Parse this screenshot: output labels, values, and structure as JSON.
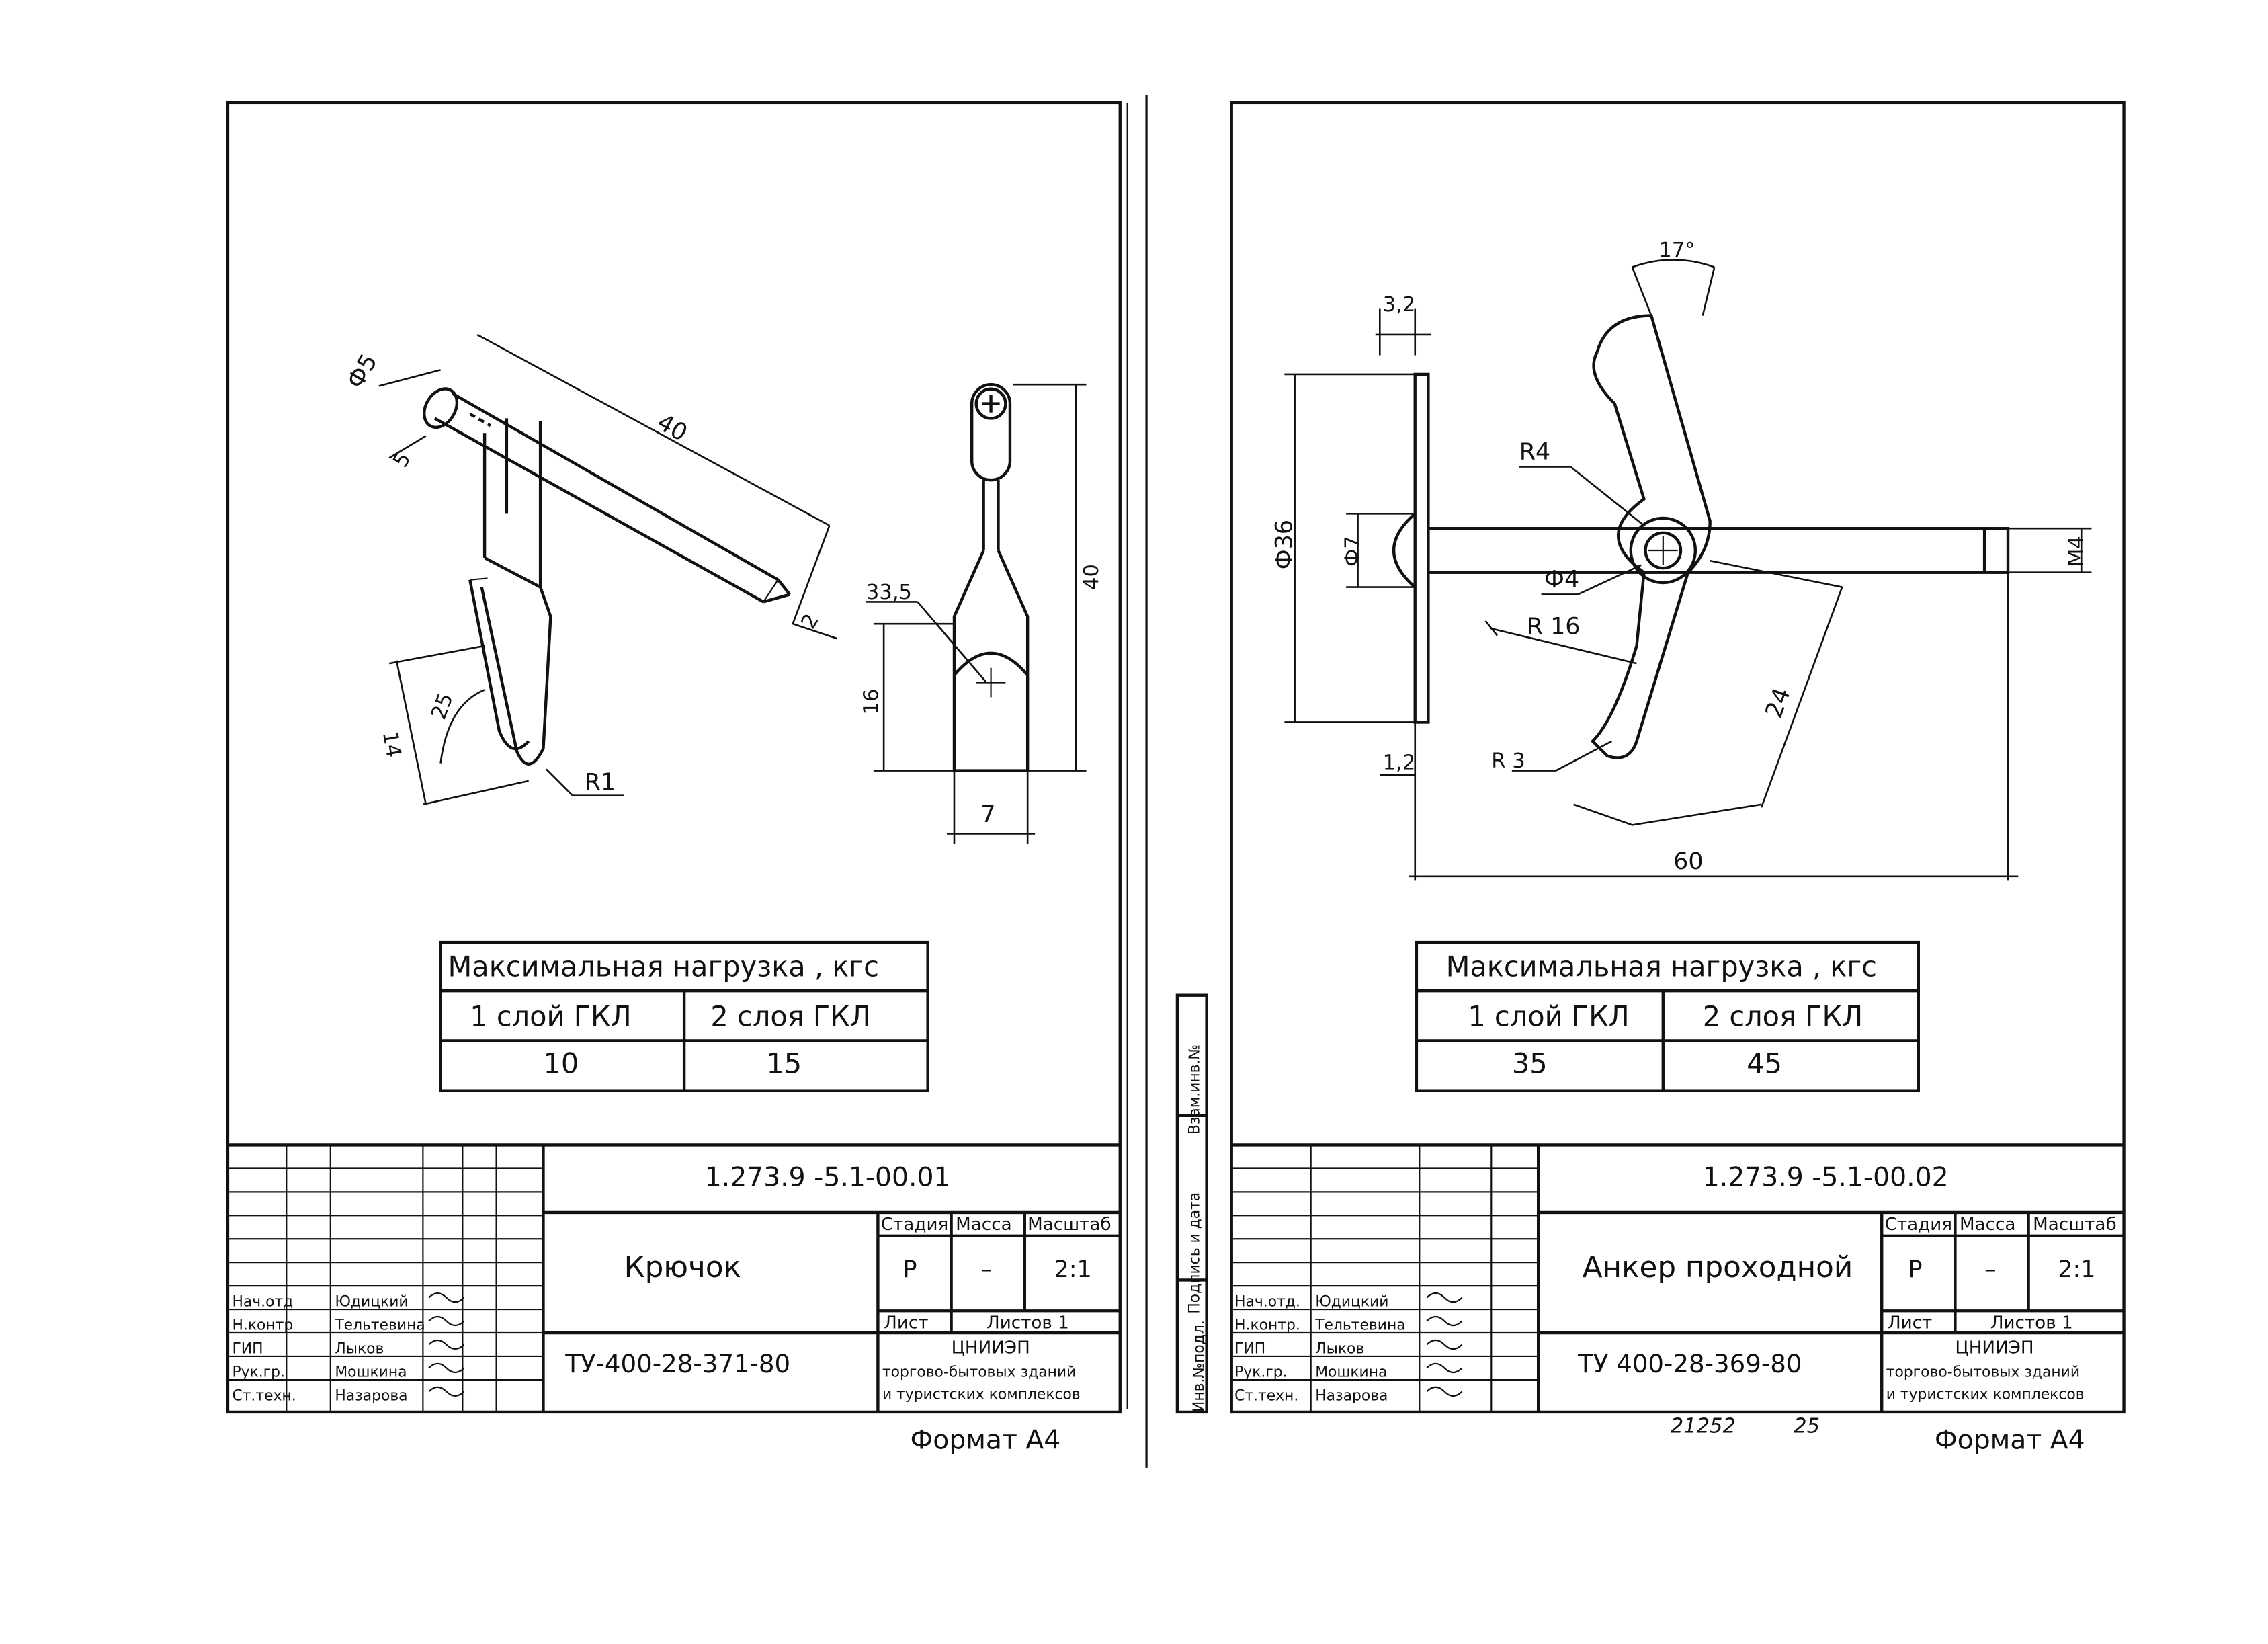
{
  "left_sheet": {
    "dimensions": {
      "d5": "Ф5",
      "five": "5",
      "forty": "40",
      "two": "2",
      "angle25": "25",
      "fourteen": "14",
      "r1": "R1",
      "d33_5": "33,5",
      "sixteen": "16",
      "forty_v": "40",
      "seven": "7"
    },
    "load_table": {
      "header": "Максимальная нагрузка , кгс",
      "col1": "1 слой ГКЛ",
      "col2": "2 слоя ГКЛ",
      "val1": "10",
      "val2": "15"
    },
    "title_block": {
      "code": "1.273.9 -5.1-00.01",
      "name": "Крючок",
      "stage_label": "Стадия",
      "mass_label": "Масса",
      "scale_label": "Масштаб",
      "stage": "Р",
      "mass": "–",
      "scale": "2:1",
      "sheet_label": "Лист",
      "sheets_label": "Листов 1",
      "spec": "ТУ-400-28-371-80",
      "org1": "ЦНИИЭП",
      "org2": "торгово-бытовых зданий",
      "org3": "и туристских комплексов",
      "roles": [
        "Нач.отд",
        "Н.контр",
        "ГИП",
        "Рук.гр.",
        "Ст.техн."
      ],
      "names": [
        "Юдицкий",
        "Тельтевина",
        "Лыков",
        "Мошкина",
        "Назарова"
      ]
    },
    "format": "Формат А4"
  },
  "right_sheet": {
    "dimensions": {
      "d3_2": "3,2",
      "angle17": "17°",
      "r4": "R4",
      "d7": "Ф7",
      "d36": "Ф36",
      "d4": "Ф4",
      "m4": "М4",
      "r16": "R 16",
      "r3": "R 3",
      "twentyfour": "24",
      "one_two": "1,2",
      "sixty": "60"
    },
    "load_table": {
      "header": "Максимальная нагрузка , кгс",
      "col1": "1 слой ГКЛ",
      "col2": "2 слоя ГКЛ",
      "val1": "35",
      "val2": "45"
    },
    "title_block": {
      "code": "1.273.9 -5.1-00.02",
      "name": "Анкер проходной",
      "stage_label": "Стадия",
      "mass_label": "Масса",
      "scale_label": "Масштаб",
      "stage": "Р",
      "mass": "–",
      "scale": "2:1",
      "sheet_label": "Лист",
      "sheets_label": "Листов 1",
      "spec": "ТУ 400-28-369-80",
      "org1": "ЦНИИЭП",
      "org2": "торгово-бытовых зданий",
      "org3": "и туристских комплексов",
      "roles": [
        "Нач.отд.",
        "Н.контр.",
        "ГИП",
        "Рук.гр.",
        "Ст.техн."
      ],
      "names": [
        "Юдицкий",
        "Тельтевина",
        "Лыков",
        "Мошкина",
        "Назарова"
      ]
    },
    "side_stamp": {
      "inv_no": "Инв.№подл.",
      "sign_date": "Подпись и дата",
      "replaced": "Взам.инв.№"
    },
    "bottom_note1": "21252",
    "bottom_note2": "25",
    "format": "Формат А4"
  }
}
